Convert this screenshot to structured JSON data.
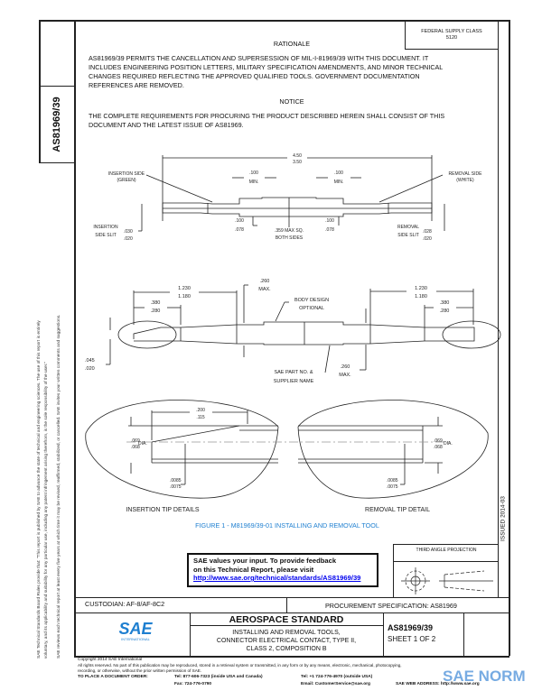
{
  "side_box": {
    "doc_number": "AS81969/39"
  },
  "fsc_box": {
    "line1": "FEDERAL SUPPLY CLASS",
    "line2": "5120"
  },
  "rationale": {
    "heading": "RATIONALE",
    "lines": [
      "AS81969/39 PERMITS THE CANCELLATION AND SUPERSESSION OF MIL-I-81969/39 WITH THIS DOCUMENT. IT",
      "INCLUDES ENGINEERING POSITION LETTERS, MILITARY SPECIFICATION AMENDMENTS, AND MINOR TECHNICAL",
      "CHANGES REQUIRED REFLECTING THE APPROVED QUALIFIED TOOLS. GOVERNMENT DOCUMENTATION",
      "REFERENCES ARE REMOVED."
    ]
  },
  "notice": {
    "heading": "NOTICE",
    "lines": [
      "THE COMPLETE REQUIREMENTS FOR PROCURING THE PRODUCT DESCRIBED HEREIN SHALL CONSIST OF THIS",
      "DOCUMENT AND THE LATEST ISSUE OF AS81969."
    ]
  },
  "drawing_top": {
    "overall_upper": "4.50",
    "overall_lower": "3.50",
    "insertion_side": "INSERTION SIDE",
    "insertion_color": "(GREEN)",
    "removal_side": "REMOVAL SIDE",
    "removal_color": "(WHITE)",
    "min_dim": ".100",
    "min_label": "MIN.",
    "min_dim_right": ".100",
    "min_label_right": "MIN.",
    "dia_upper": ".100",
    "dia_lower": ".078",
    "dia_upper_right": ".100",
    "dia_lower_right": ".078",
    "sq_line1": ".359 MAX SQ.",
    "sq_line2": "BOTH SIDES",
    "ins_slit_1": "INSERTION",
    "ins_slit_2": "SIDE SLIT",
    "ins_slit_upper": ".030",
    "ins_slit_lower": ".020",
    "rem_slit_1": "REMOVAL",
    "rem_slit_2": "SIDE SLIT",
    "rem_slit_upper": ".028",
    "rem_slit_lower": ".020"
  },
  "drawing_mid": {
    "left_long_upper": "1.230",
    "left_long_lower": "1.180",
    "left_short_upper": ".380",
    "left_short_lower": ".280",
    "right_long_upper": "1.230",
    "right_long_lower": "1.180",
    "right_short_upper": ".380",
    "right_short_lower": ".280",
    "max_top": ".260",
    "max_top_label": "MAX.",
    "max_bottom": ".260",
    "max_bottom_label": "MAX.",
    "body_1": "BODY DESIGN",
    "body_2": "OPTIONAL",
    "part_1": "SAE PART NO. &",
    "part_2": "SUPPLIER NAME",
    "slit_upper": ".045",
    "slit_lower": ".020"
  },
  "drawing_detail": {
    "len_upper": ".200",
    "len_lower": ".115",
    "dia_left_upper": ".069",
    "dia_left_lower": ".068",
    "dia_left_label": "DIA.",
    "dia_right_upper": ".069",
    "dia_right_lower": ".068",
    "dia_right_label": "DIA.",
    "wall_left_upper": ".0085",
    "wall_left_lower": ".0075",
    "wall_right_upper": ".0085",
    "wall_right_lower": ".0075",
    "insertion_caption": "INSERTION TIP DETAILS",
    "removal_caption": "REMOVAL TIP DETAIL"
  },
  "figure_caption": "FIGURE 1 - M81969/39-01 INSTALLING AND REMOVAL TOOL",
  "figure_caption_color": "#1e7fd0",
  "feedback": {
    "line1": "SAE values your input. To provide feedback",
    "line2": "on this Technical Report, please visit",
    "link": "http://www.sae.org/technical/standards/AS81969/39",
    "link_color": "#0000ee"
  },
  "projection": {
    "label": "THIRD ANGLE PROJECTION"
  },
  "issued": "ISSUED 2014-03",
  "custodian": "CUSTODIAN: AF-8/AF-8C2",
  "procurement": "PROCUREMENT SPECIFICATION: AS81969",
  "title_block": {
    "logo": "SAE",
    "logo_sub": "INTERNATIONAL",
    "logo_color": "#1e7fd0",
    "heading": "AEROSPACE STANDARD",
    "title_lines": [
      "INSTALLING AND REMOVAL TOOLS,",
      "CONNECTOR ELECTRICAL CONTACT, TYPE II,",
      "CLASS 2, COMPOSITION B"
    ],
    "doc_number": "AS81969/39",
    "sheet": "SHEET 1 OF 2"
  },
  "footer": {
    "copyright": "Copyright 2014 SAE International",
    "rights_1": "All rights reserved. No part of this publication may be reproduced, stored in a retrieval system or transmitted, in any form or by any means, electronic, mechanical, photocopying,",
    "rights_2": "recording, or otherwise, without the prior written permission of SAE.",
    "order_label": "TO PLACE A DOCUMENT ORDER:",
    "tel_us": "Tel: 877-606-7323 (inside USA and Canada)",
    "fax": "Fax: 724-776-0790",
    "tel_intl": "Tel: +1 724-776-4970 (outside USA)",
    "email": "Email: CustomerService@sae.org",
    "web": "SAE WEB ADDRESS: http://www.sae.org"
  },
  "watermark": {
    "text": "SAE NORM",
    "color": "#4a90d9"
  },
  "side_notice": {
    "line1": "SAE Technical Standards Board Rules provide that: \"This report is published by SAE to advance the state of technical and engineering sciences. The use of this report is entirely",
    "line2": "voluntary, and its applicability and suitability for any particular use, including any patent infringement arising therefrom, is the sole responsibility of the user.\"",
    "line3": "SAE reviews each technical report at least every five years at which time it may be revised, reaffirmed, stabilized, or cancelled. SAE invites your written comments and suggestions."
  }
}
